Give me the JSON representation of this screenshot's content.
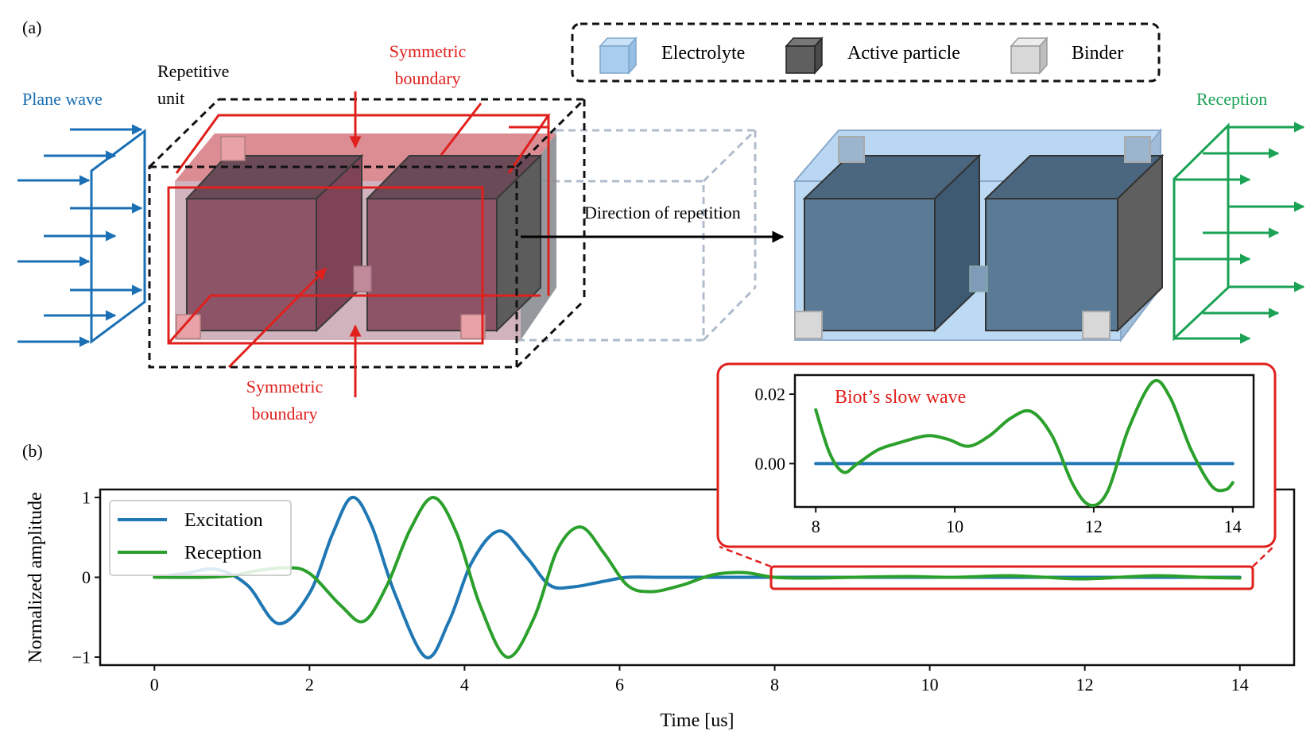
{
  "colors": {
    "excitation": "#1f77b4",
    "reception": "#2ca02c",
    "plane_wave": "#1a6fb5",
    "reception_arrows": "#1aa255",
    "symmetric": "#e0201c",
    "electrolyte": "#a9cdef",
    "active_particle": "#5f5f5f",
    "binder": "#d8d8d8"
  },
  "panel_a": {
    "label": "(a)",
    "plane_wave": "Plane wave",
    "reception": "Reception",
    "repetitive_unit": [
      "Repetitive",
      "unit"
    ],
    "symmetric_boundary_top": [
      "Symmetric",
      "boundary"
    ],
    "symmetric_boundary_bottom": [
      "Symmetric",
      "boundary"
    ],
    "direction": "Direction of repetition",
    "legend": [
      {
        "label": "Electrolyte",
        "icon": "electrolyte-cube-icon"
      },
      {
        "label": "Active particle",
        "icon": "active-particle-cube-icon"
      },
      {
        "label": "Binder",
        "icon": "binder-cube-icon"
      }
    ]
  },
  "panel_b": {
    "label": "(b)",
    "chart_data": [
      {
        "type": "line",
        "xlabel": "Time [us]",
        "ylabel": "Normalized amplitude",
        "xlim": [
          -0.7,
          14.7
        ],
        "ylim": [
          -1.1,
          1.1
        ],
        "xticks": [
          0,
          2,
          4,
          6,
          8,
          10,
          12,
          14
        ],
        "yticks": [
          -1,
          0,
          1
        ],
        "ytick_labels": [
          "−1",
          "0",
          "1"
        ],
        "legend_position": "upper-left",
        "series": [
          {
            "name": "Excitation",
            "x": [
              0,
              0.4,
              0.8,
              1.2,
              1.6,
              2.0,
              2.3,
              2.55,
              2.8,
              3.1,
              3.5,
              3.8,
              4.1,
              4.45,
              4.8,
              5.1,
              5.4,
              5.8,
              6.1,
              6.5,
              7.0,
              8.0,
              10.0,
              12.0,
              14.0
            ],
            "y": [
              0,
              0.05,
              0.1,
              -0.1,
              -0.58,
              -0.2,
              0.55,
              1.0,
              0.65,
              -0.2,
              -1.0,
              -0.55,
              0.2,
              0.58,
              0.25,
              -0.1,
              -0.12,
              -0.05,
              0,
              0,
              0,
              0,
              0,
              0,
              0
            ]
          },
          {
            "name": "Reception",
            "x": [
              0,
              0.6,
              1.0,
              1.3,
              1.7,
              2.0,
              2.4,
              2.7,
              3.0,
              3.3,
              3.6,
              3.9,
              4.2,
              4.55,
              4.9,
              5.2,
              5.5,
              5.8,
              6.1,
              6.4,
              6.8,
              7.2,
              7.6,
              8.0,
              8.5,
              9.0,
              9.7,
              10.3,
              11.0,
              11.5,
              12.0,
              12.9,
              13.5,
              14.0
            ],
            "y": [
              0,
              0.0,
              0.02,
              0.08,
              0.12,
              0.05,
              -0.35,
              -0.55,
              -0.1,
              0.6,
              1.0,
              0.55,
              -0.35,
              -1.0,
              -0.5,
              0.35,
              0.63,
              0.3,
              -0.1,
              -0.18,
              -0.1,
              0.03,
              0.06,
              0.0,
              -0.01,
              0.0,
              0.01,
              0.0,
              0.02,
              0.0,
              -0.02,
              0.02,
              0.0,
              -0.01
            ]
          }
        ]
      },
      {
        "type": "line",
        "annotation": "Biot’s slow wave",
        "xlim": [
          7.7,
          14.3
        ],
        "ylim": [
          -0.0125,
          0.0255
        ],
        "xticks": [
          8,
          10,
          12,
          14
        ],
        "yticks": [
          0.0,
          0.02
        ],
        "ytick_labels": [
          "0.00",
          "0.02"
        ],
        "series": [
          {
            "x": [
              8.0,
              14.0
            ],
            "y": [
              0.0,
              0.0
            ]
          },
          {
            "x": [
              8.0,
              8.2,
              8.4,
              8.6,
              8.9,
              9.2,
              9.6,
              9.9,
              10.2,
              10.5,
              10.8,
              11.1,
              11.4,
              11.7,
              11.95,
              12.2,
              12.5,
              12.85,
              13.1,
              13.4,
              13.7,
              13.9,
              14.0
            ],
            "y": [
              0.0155,
              0.003,
              -0.0025,
              0.0,
              0.004,
              0.006,
              0.008,
              0.007,
              0.005,
              0.008,
              0.013,
              0.015,
              0.008,
              -0.006,
              -0.012,
              -0.008,
              0.01,
              0.0235,
              0.019,
              0.004,
              -0.0065,
              -0.0075,
              -0.0055
            ]
          }
        ]
      }
    ]
  }
}
